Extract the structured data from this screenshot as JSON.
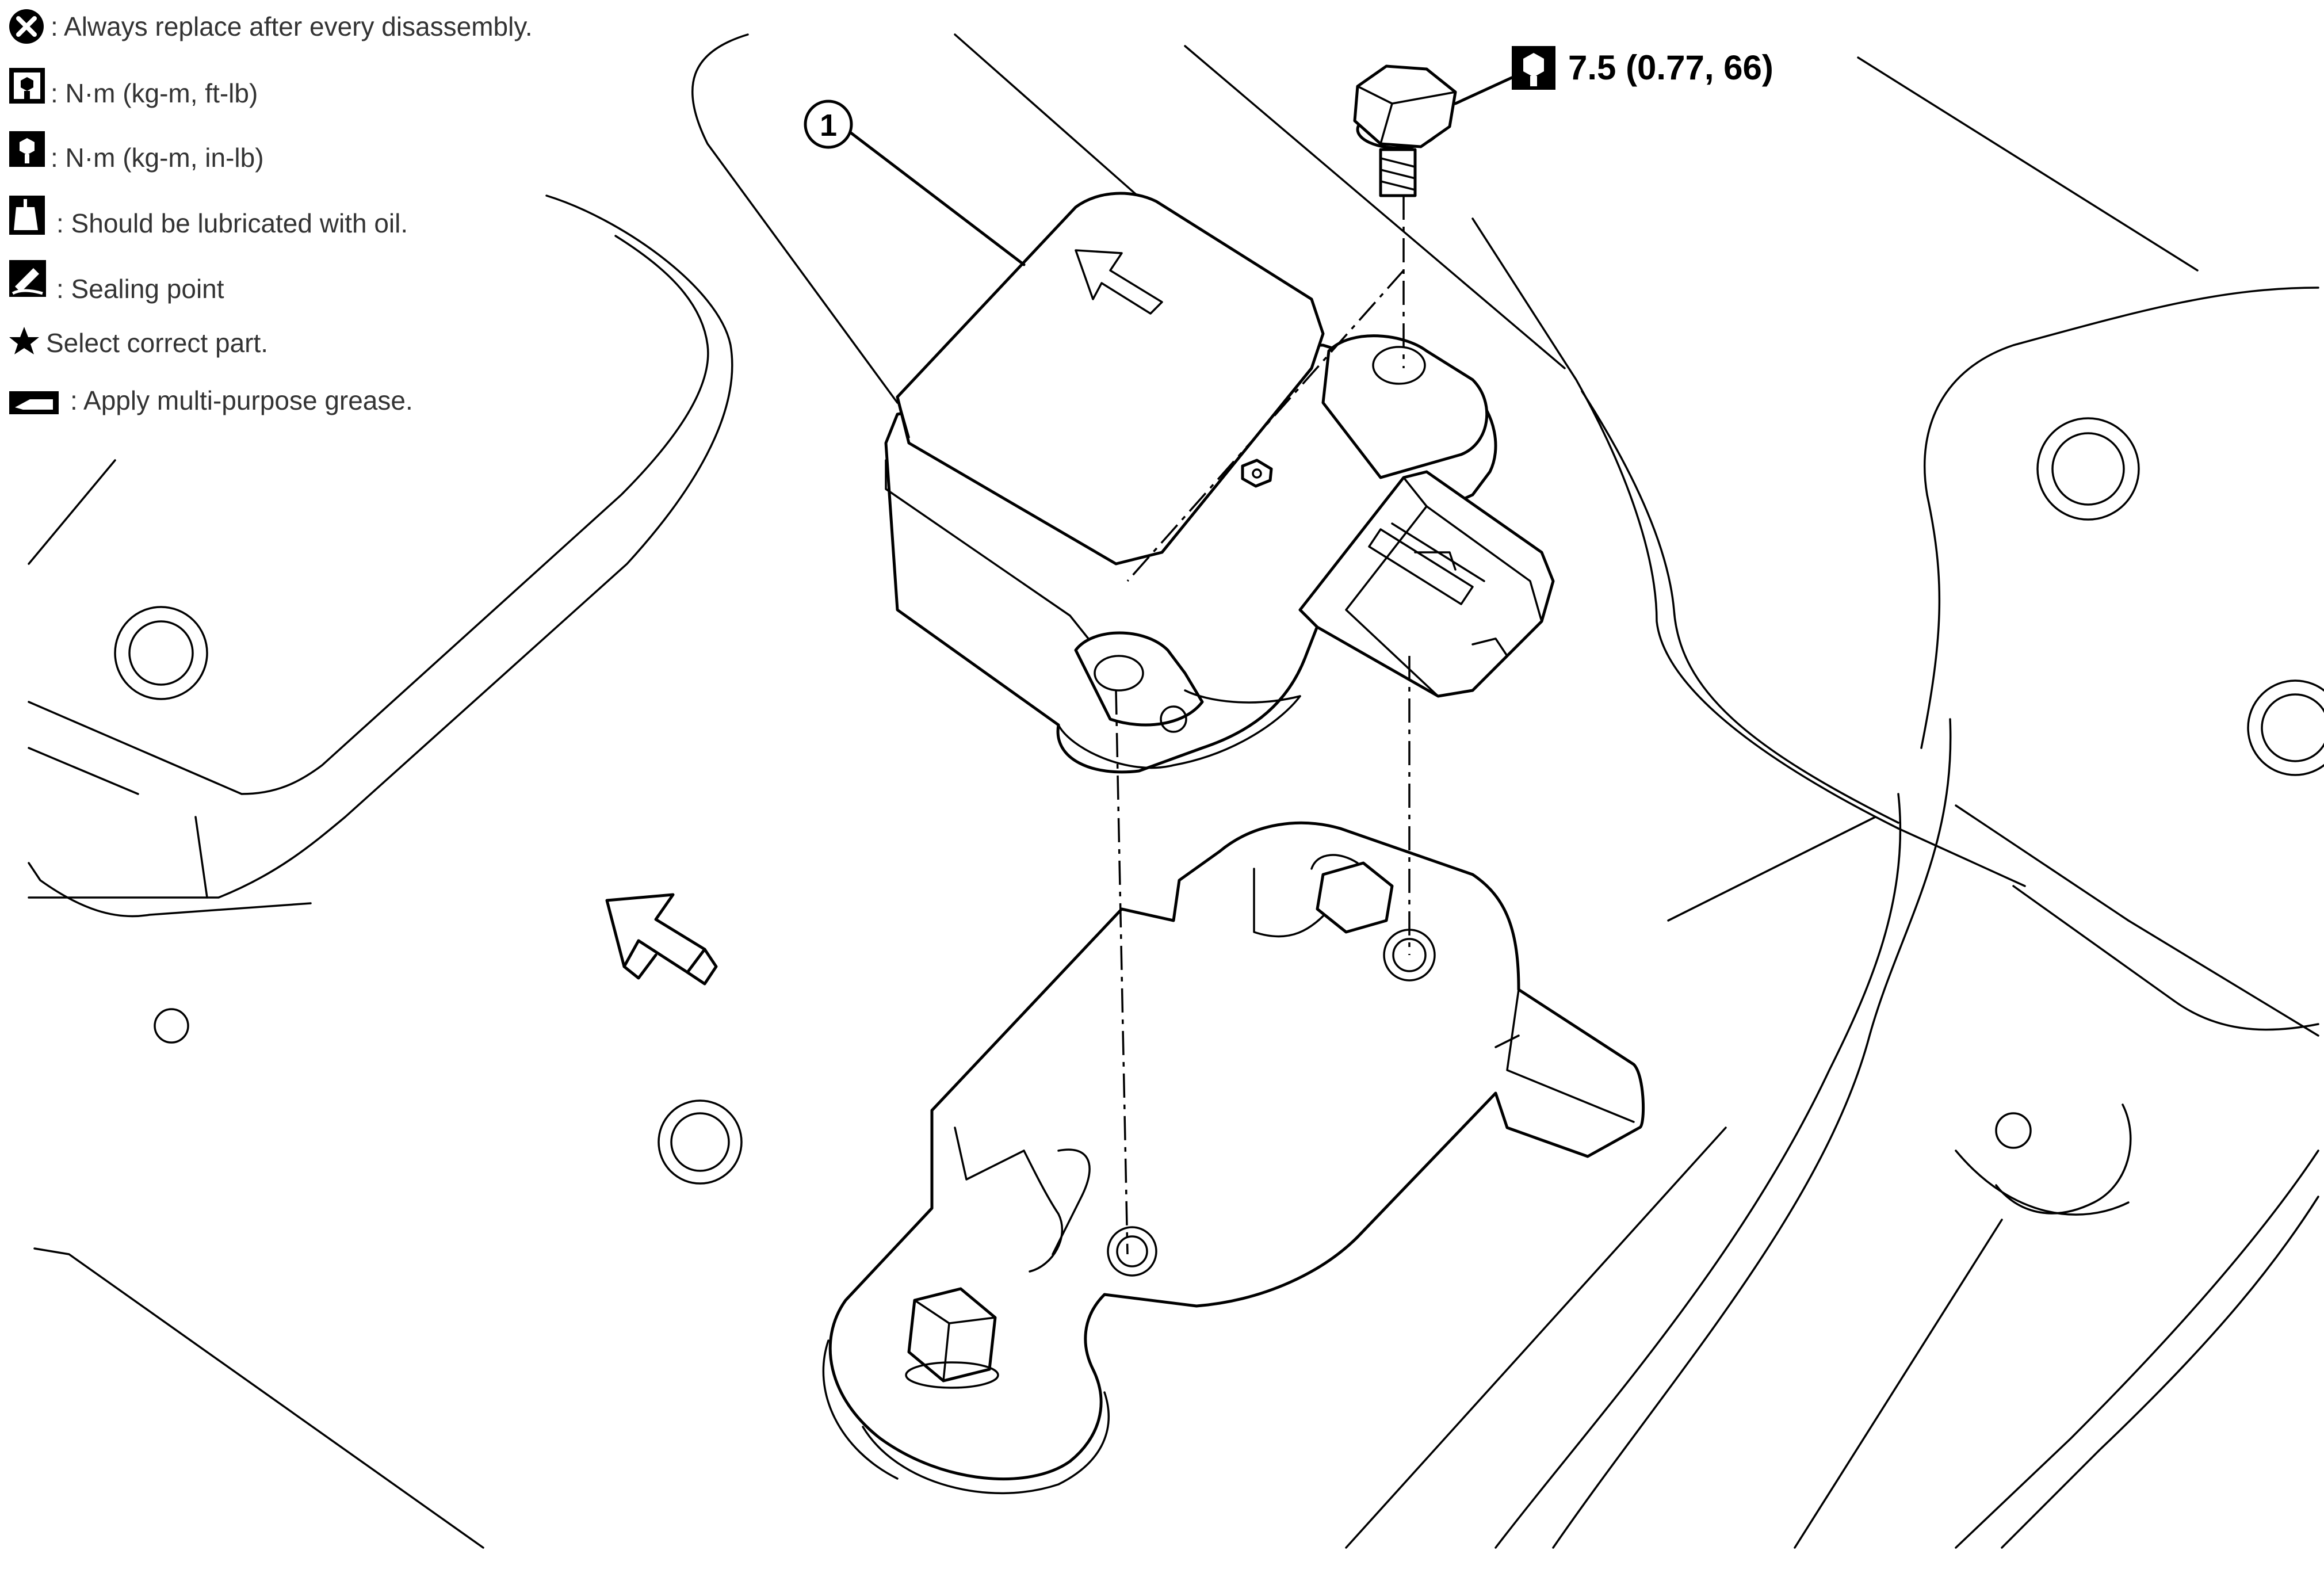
{
  "legend": {
    "items": [
      {
        "icon": "replace-x-icon",
        "text": ": Always replace after every disassembly."
      },
      {
        "icon": "torque-ft-lb-icon",
        "text": ": N·m (kg-m, ft-lb)"
      },
      {
        "icon": "torque-in-lb-icon",
        "text": ": N·m (kg-m, in-lb)"
      },
      {
        "icon": "oil-can-icon",
        "text": ": Should be lubricated with oil."
      },
      {
        "icon": "sealing-icon",
        "text": ": Sealing point"
      },
      {
        "icon": "star-icon",
        "text": "Select correct part."
      },
      {
        "icon": "grease-icon",
        "text": ": Apply multi-purpose grease."
      }
    ]
  },
  "callouts": {
    "torque_value": "7.5 (0.77, 66)",
    "part_number": "1"
  }
}
